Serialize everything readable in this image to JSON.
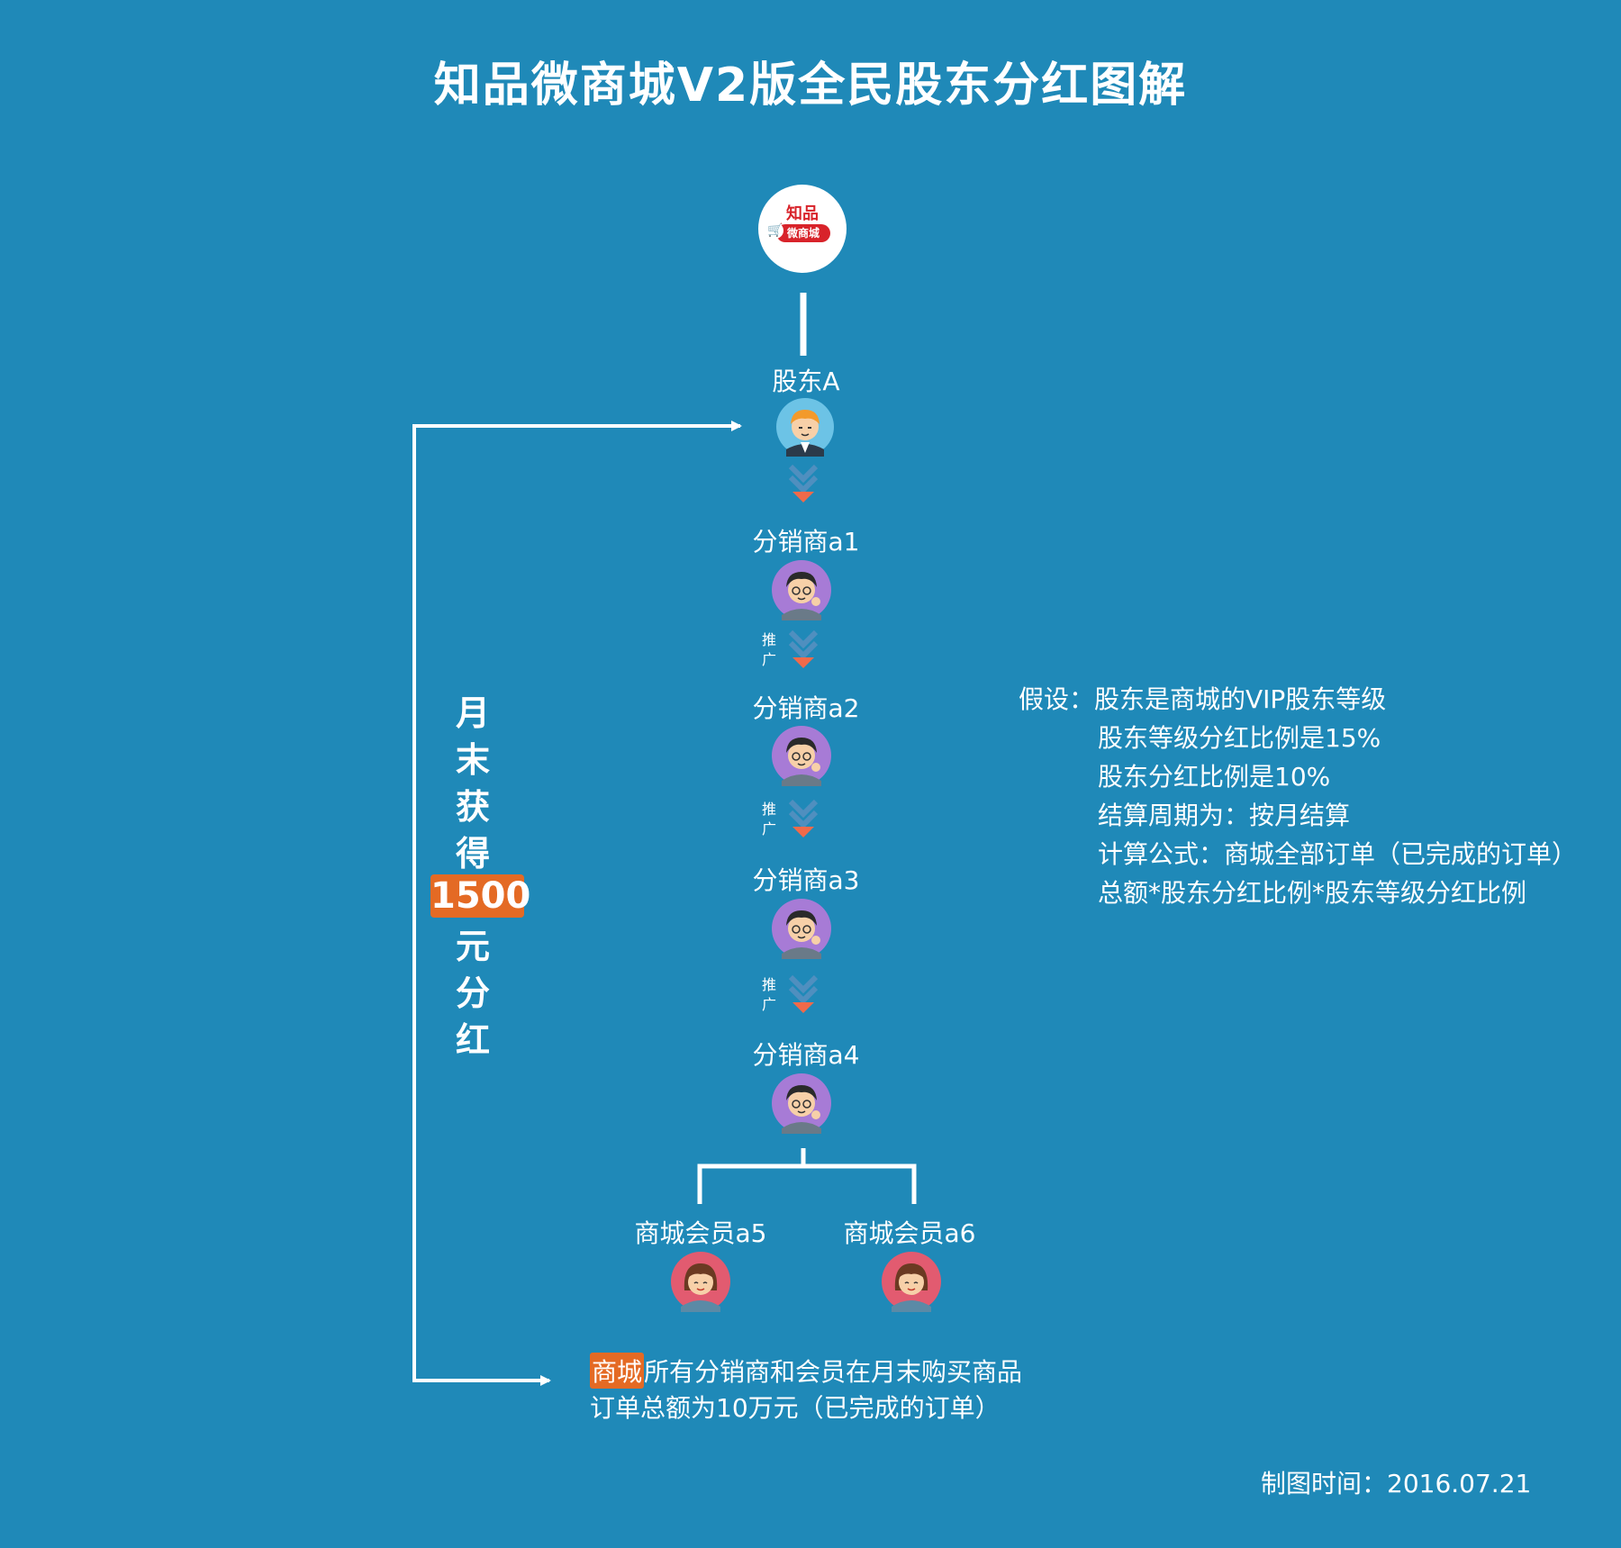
{
  "title": "知品微商城V2版全民股东分红图解",
  "logo": {
    "top_text": "知品",
    "band_text": "微商城",
    "cart_icon": "shopping-cart-icon"
  },
  "nodes": {
    "shareholder": "股东A",
    "distributors": [
      "分销商a1",
      "分销商a2",
      "分销商a3",
      "分销商a4"
    ],
    "members": [
      "商城会员a5",
      "商城会员a6"
    ]
  },
  "promote_label": [
    "推",
    "广"
  ],
  "side": {
    "chars_top": [
      "月",
      "末",
      "获",
      "得"
    ],
    "amount": "1500",
    "chars_bottom": [
      "元",
      "分",
      "红"
    ]
  },
  "assumptions": [
    "假设：股东是商城的VIP股东等级",
    "股东等级分红比例是15%",
    "股东分红比例是10%",
    "结算周期为：按月结算",
    "计算公式：商城全部订单（已完成的订单）",
    "总额*股东分红比例*股东等级分红比例"
  ],
  "summary": {
    "highlight": "商城",
    "line1_rest": "所有分销商和会员在月末购买商品",
    "line2": "订单总额为10万元（已完成的订单）"
  },
  "made_time": "制图时间：2016.07.21",
  "colors": {
    "background": "#1f89b8",
    "accent_orange": "#e46a24",
    "chevron_blue": "#4f8fbf",
    "chevron_orange": "#f06a4a",
    "distributor_ring": "#a77bd6",
    "member_ring": "#e25b70",
    "shareholder_ring": "#6cc3e6"
  }
}
